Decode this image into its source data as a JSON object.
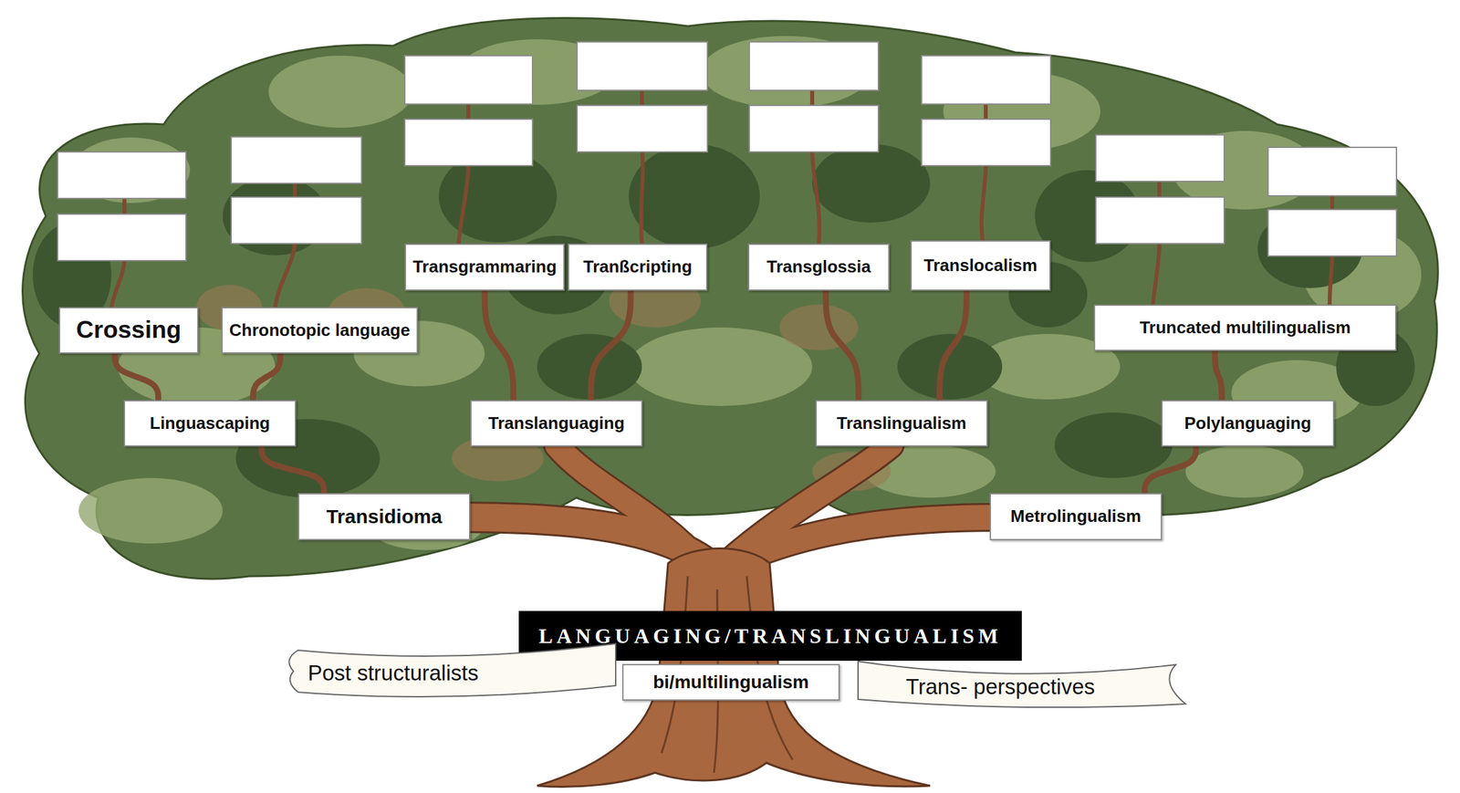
{
  "diagram": {
    "nodes": [
      {
        "text": [
          "Transgrammaring"
        ]
      },
      {
        "text": [
          "Tranßcripting"
        ]
      },
      {
        "text": [
          "Transglossia"
        ]
      },
      {
        "text": [
          "Translocalism"
        ]
      },
      {
        "text": [
          "Crossing"
        ]
      },
      {
        "text": [
          "Chronotopic language"
        ]
      },
      {
        "text": [
          "Truncated multilingualism"
        ]
      },
      {
        "text": [
          "Linguascaping"
        ]
      },
      {
        "text": [
          "Translanguaging"
        ]
      },
      {
        "text": [
          "Translingualism"
        ]
      },
      {
        "text": [
          "Polylanguaging"
        ]
      },
      {
        "text": [
          "Transidioma"
        ]
      },
      {
        "text": [
          "Metrolingualism"
        ]
      },
      {
        "text": [
          "LANGUAGING/TRANSLINGUALISM"
        ]
      },
      {
        "text": [
          "Post structuralists"
        ]
      },
      {
        "text": [
          "bi/multilingualism"
        ]
      },
      {
        "text": [
          "Trans- perspectives"
        ]
      }
    ],
    "edges": [
      {
        "from": 11,
        "to": 7,
        "arrow": "none"
      },
      {
        "from": 7,
        "to": 4,
        "arrow": "none"
      },
      {
        "from": 7,
        "to": 5,
        "arrow": "none"
      },
      {
        "from": 8,
        "to": 0,
        "arrow": "none"
      },
      {
        "from": 8,
        "to": 1,
        "arrow": "none"
      },
      {
        "from": 9,
        "to": 2,
        "arrow": "none"
      },
      {
        "from": 9,
        "to": 3,
        "arrow": "none"
      },
      {
        "from": 12,
        "to": 10,
        "arrow": "none"
      },
      {
        "from": 10,
        "to": 6,
        "arrow": "none"
      }
    ]
  }
}
